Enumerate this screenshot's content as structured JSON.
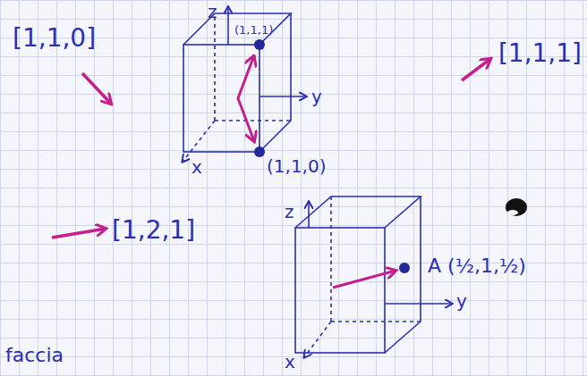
{
  "diagram": {
    "labels": [
      "[1,1,0]",
      "z",
      "(1,1,1)",
      "[1,1,1]",
      "y",
      "x",
      "(1,1,0)",
      "z",
      "[1,2,1]",
      "A (½,1,½)",
      "y",
      "faccia",
      "x"
    ]
  }
}
